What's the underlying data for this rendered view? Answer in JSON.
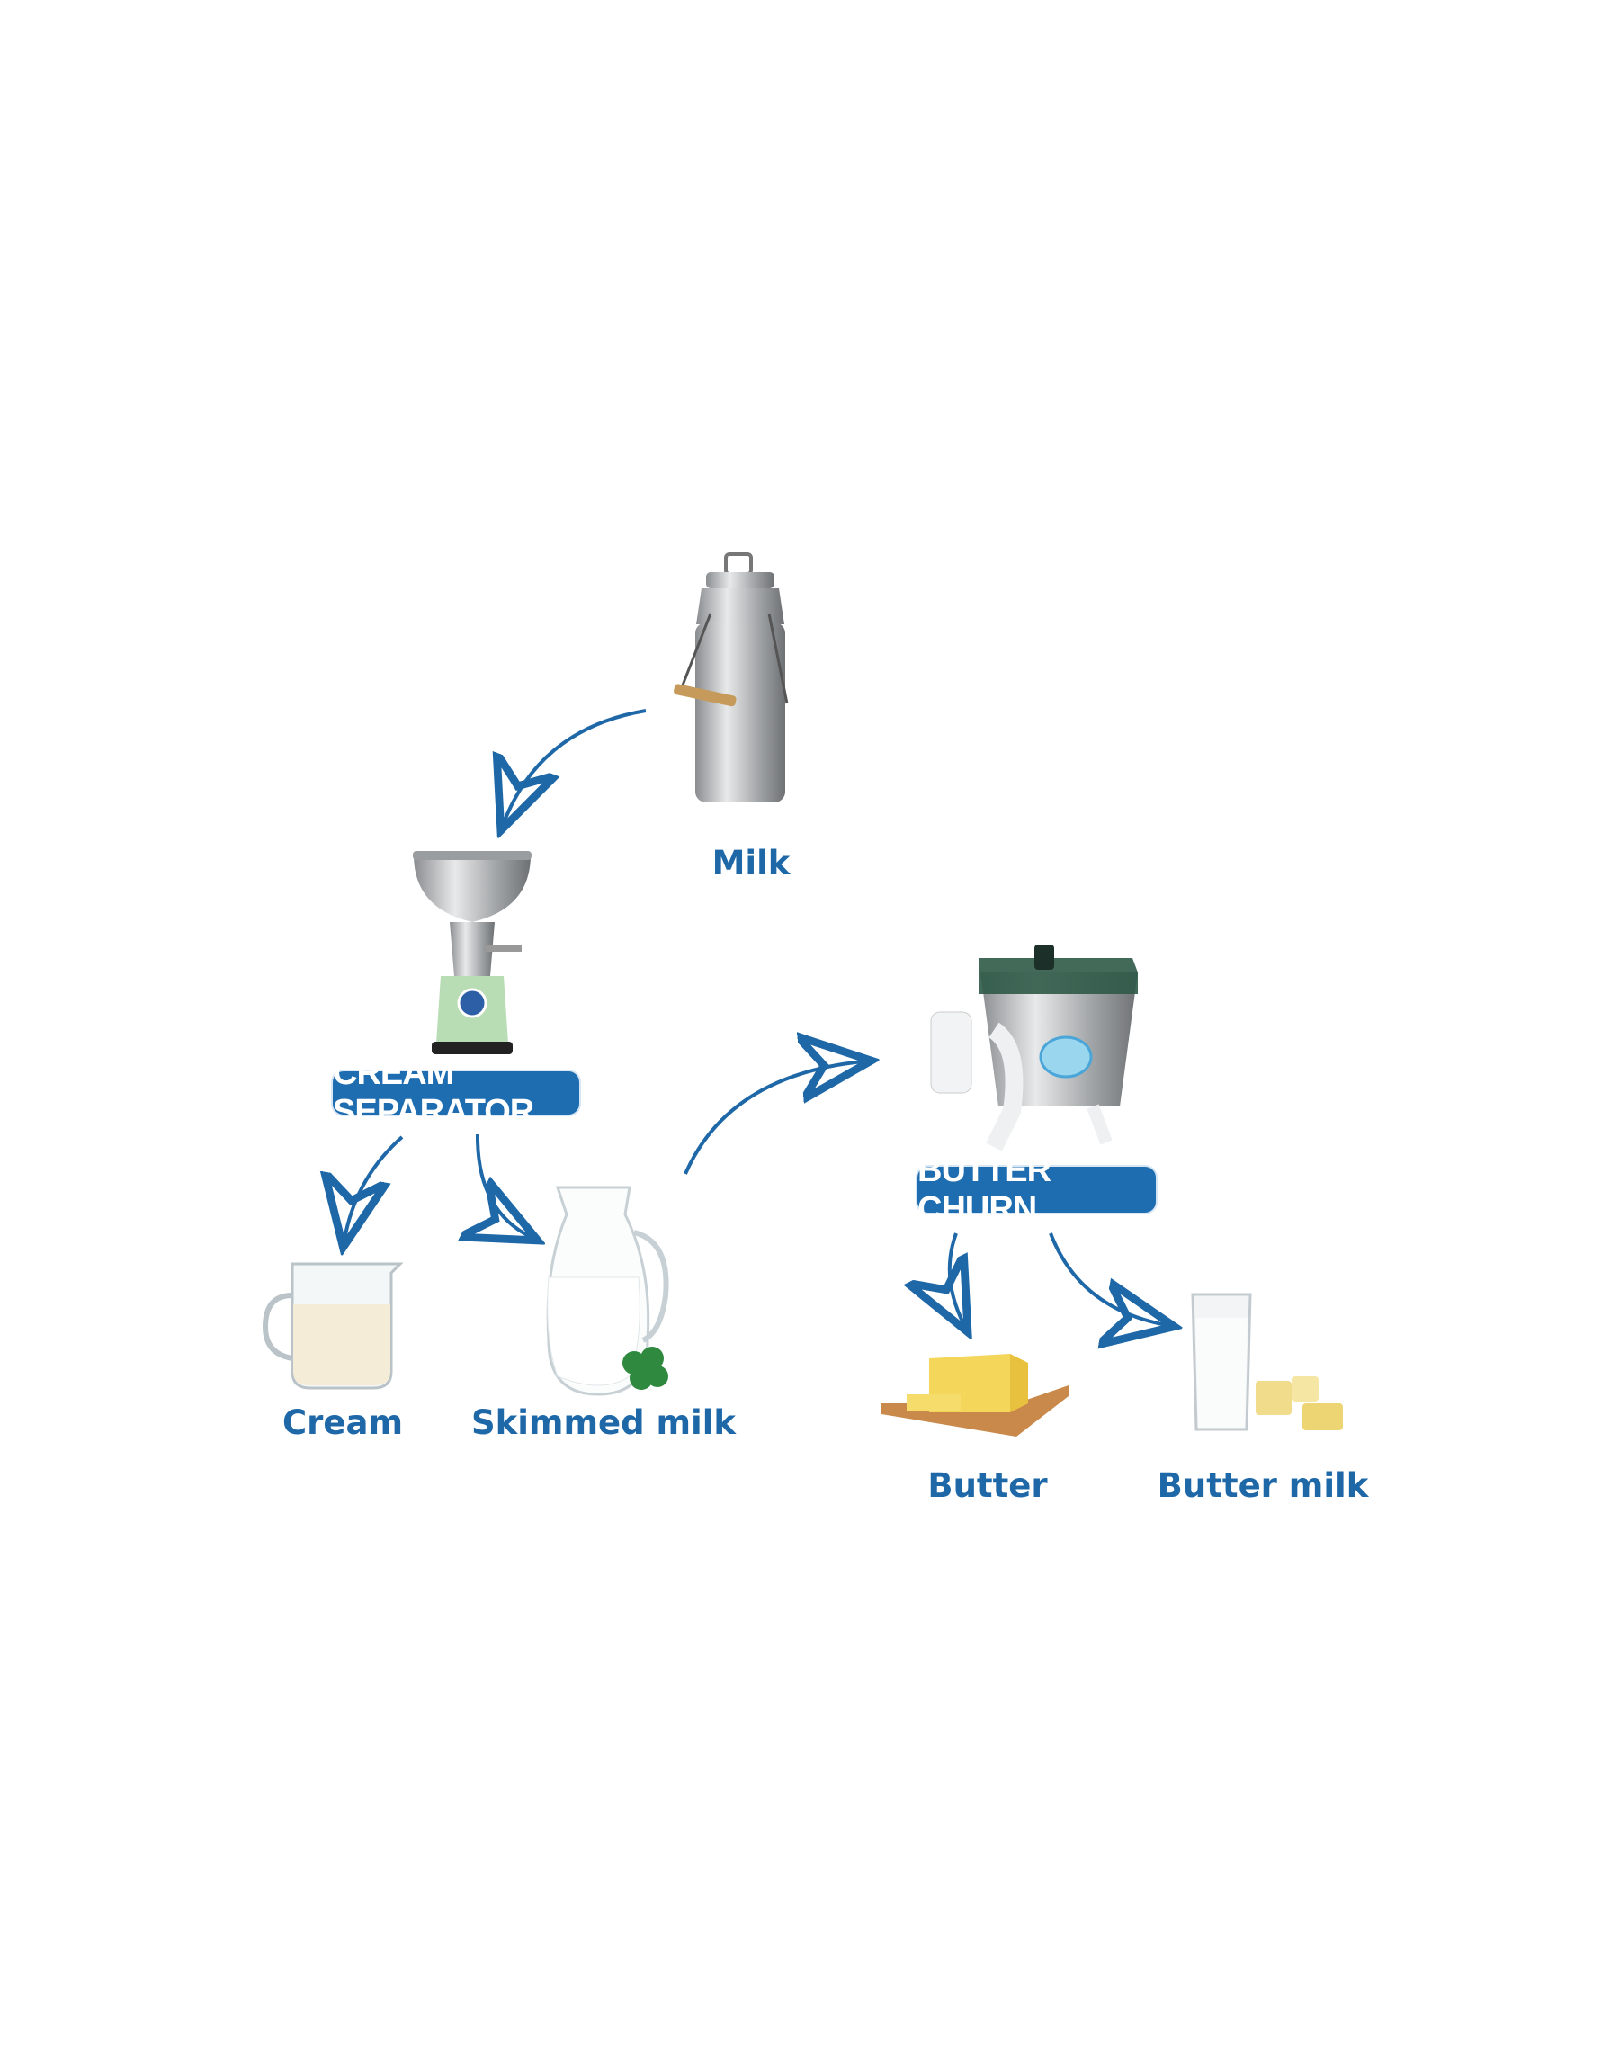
{
  "diagram": {
    "nodes": {
      "milk": "Milk",
      "cream_separator": "CREAM SEPARATOR",
      "cream": "Cream",
      "skimmed_milk": "Skimmed milk",
      "butter_churn": "BUTTER CHURN",
      "butter": "Butter",
      "butter_milk": "Butter milk"
    },
    "colors": {
      "accent": "#1e6db0",
      "label": "#1f68a8"
    }
  }
}
